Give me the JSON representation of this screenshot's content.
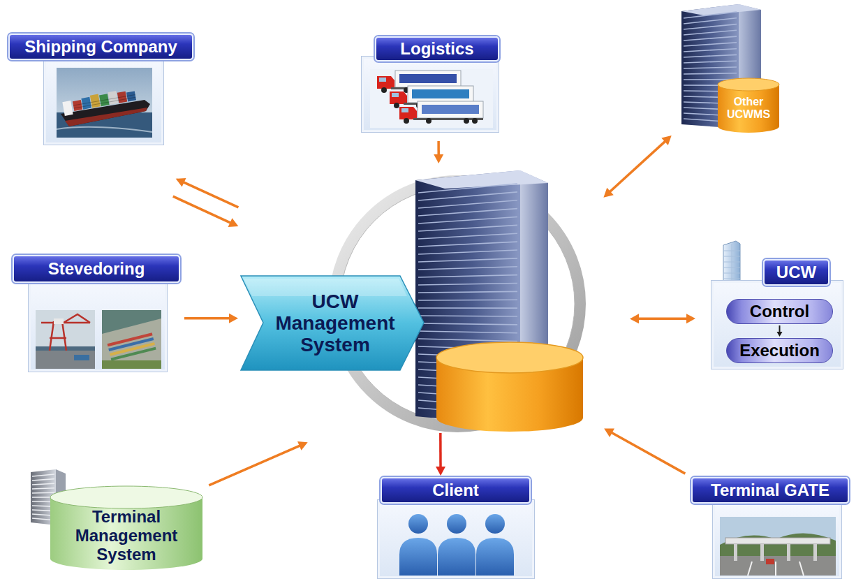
{
  "diagram": {
    "nodes": [
      {
        "text": [
          "Shipping Company"
        ]
      },
      {
        "text": [
          "Logistics"
        ]
      },
      {
        "text": [
          "Other UCWMS"
        ]
      },
      {
        "text": [
          "Stevedoring"
        ]
      },
      {
        "text": [
          "UCW Management System"
        ]
      },
      {
        "text": [
          "UCW"
        ]
      },
      {
        "text": [
          "Control"
        ],
        "in": 5
      },
      {
        "text": [
          "Execution"
        ],
        "in": 5
      },
      {
        "text": [
          "Terminal Management System"
        ]
      },
      {
        "text": [
          "Client"
        ]
      },
      {
        "text": [
          "Terminal GATE"
        ]
      }
    ],
    "edges": [
      {
        "from": 4,
        "to": 0,
        "arrow": "to"
      },
      {
        "from": 0,
        "to": 4,
        "arrow": "to"
      },
      {
        "from": 1,
        "to": 4,
        "arrow": "to"
      },
      {
        "from": 2,
        "to": 4,
        "arrow": "both"
      },
      {
        "from": 3,
        "to": 4,
        "arrow": "to"
      },
      {
        "from": 4,
        "to": 5,
        "arrow": "both"
      },
      {
        "from": 6,
        "to": 7,
        "arrow": "to"
      },
      {
        "from": 8,
        "to": 4,
        "arrow": "to"
      },
      {
        "from": 4,
        "to": 9,
        "arrow": "to"
      },
      {
        "from": 10,
        "to": 4,
        "arrow": "to"
      }
    ]
  }
}
